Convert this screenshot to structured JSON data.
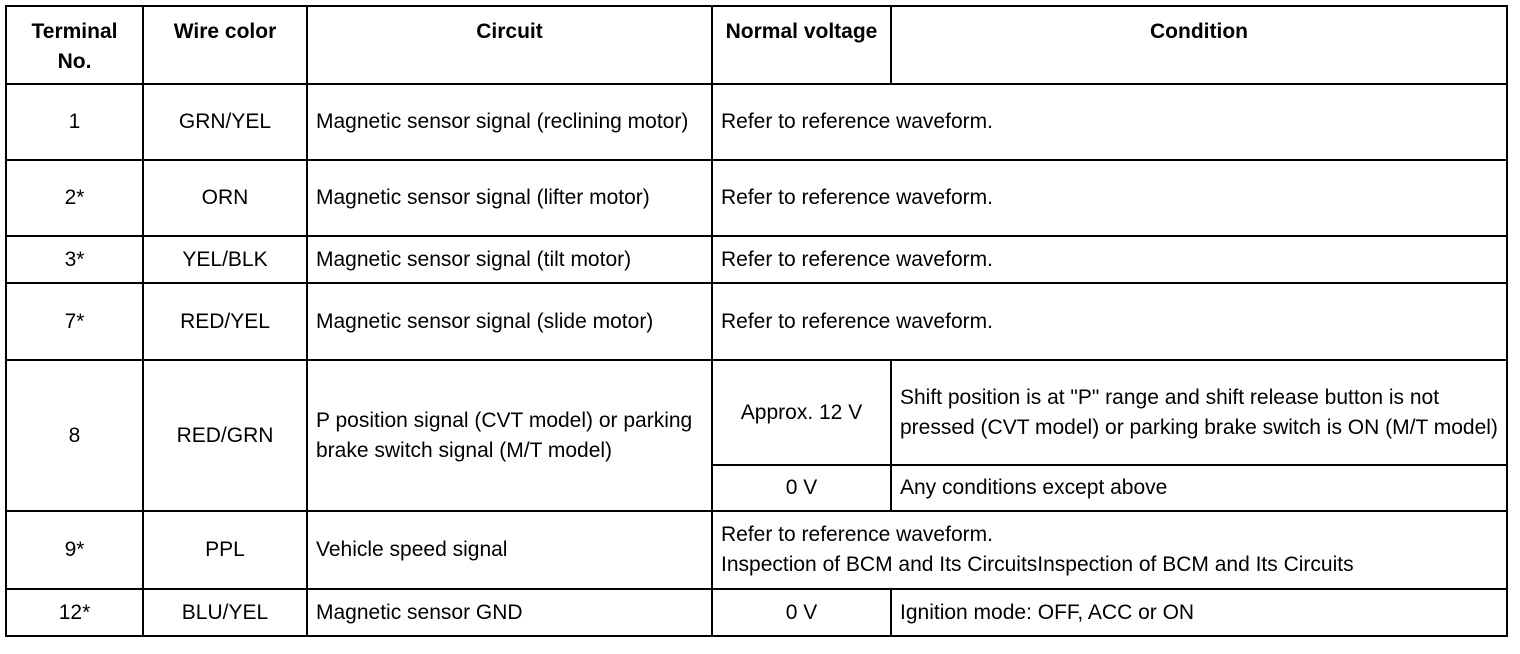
{
  "table": {
    "headers": {
      "terminal": "Terminal No.",
      "wire_color": "Wire color",
      "circuit": "Circuit",
      "normal_voltage": "Normal voltage",
      "condition": "Condition"
    },
    "rows": [
      {
        "terminal": "1",
        "wire_color": "GRN/YEL",
        "circuit": "Magnetic sensor signal (reclining motor)",
        "condition": "Refer to reference waveform."
      },
      {
        "terminal": "2*",
        "wire_color": "ORN",
        "circuit": "Magnetic sensor signal (lifter motor)",
        "condition": "Refer to reference waveform."
      },
      {
        "terminal": "3*",
        "wire_color": "YEL/BLK",
        "circuit": "Magnetic sensor signal (tilt motor)",
        "condition": "Refer to reference waveform."
      },
      {
        "terminal": "7*",
        "wire_color": "RED/YEL",
        "circuit": "Magnetic sensor signal (slide motor)",
        "condition": "Refer to reference waveform."
      },
      {
        "terminal": "8",
        "wire_color": "RED/GRN",
        "circuit": "P position signal (CVT model) or parking brake switch signal (M/T model)",
        "sub": [
          {
            "voltage": "Approx. 12 V",
            "condition": "Shift position is at \"P\" range and shift release button is not pressed (CVT model) or parking brake switch is ON (M/T model)"
          },
          {
            "voltage": "0 V",
            "condition": "Any conditions except above"
          }
        ]
      },
      {
        "terminal": "9*",
        "wire_color": "PPL",
        "circuit": "Vehicle speed signal",
        "condition": "Refer to reference waveform.\nInspection of BCM and Its CircuitsInspection of BCM and Its Circuits"
      },
      {
        "terminal": "12*",
        "wire_color": "BLU/YEL",
        "circuit": "Magnetic sensor GND",
        "voltage": "0 V",
        "condition": "Ignition mode: OFF, ACC or ON"
      }
    ]
  }
}
